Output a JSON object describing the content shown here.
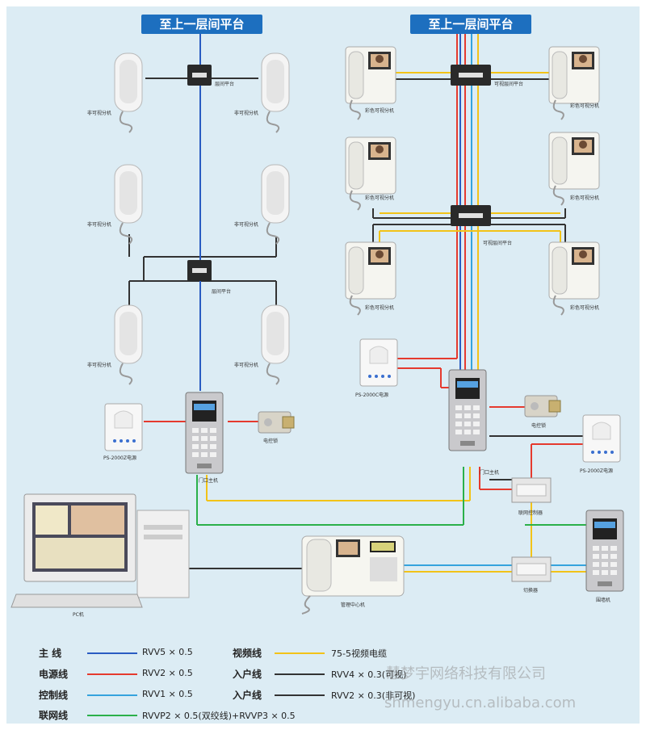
{
  "colors": {
    "main": "#2a5cc2",
    "power": "#e53a2e",
    "control": "#35a3dd",
    "network": "#2bb04a",
    "video": "#f2c318",
    "entry": "#333333",
    "header_bg": "#1d6fbf",
    "panel_bg": "#dcecf4"
  },
  "headers": {
    "left": "至上一层间平台",
    "right": "至上一层间平台"
  },
  "labels": {
    "handset": "非可视分机",
    "platform": "层间平台",
    "video_handset": "彩色可视分机",
    "video_platform": "可视层间平台",
    "power_left": "PS-2000Z电源",
    "power_right_top": "PS-2000C电源",
    "power_right": "PS-2000Z电源",
    "door_unit": "门口主机",
    "door_unit_right": "门口主机",
    "lock": "电控锁",
    "lock_right": "电控锁",
    "network_box": "联网控制器",
    "switch_box": "切换器",
    "guard_unit": "管理中心机",
    "pc": "PC机",
    "main_door": "围墙机"
  },
  "legend": [
    {
      "title": "主  线",
      "value": "RVV5 × 0.5",
      "color": "main"
    },
    {
      "title": "电源线",
      "value": "RVV2 × 0.5",
      "color": "power"
    },
    {
      "title": "控制线",
      "value": "RVV1 × 0.5",
      "color": "control"
    },
    {
      "title": "联网线",
      "value": "RVVP2 × 0.5(双绞线)+RVVP3 × 0.5",
      "color": "network"
    },
    {
      "title": "视频线",
      "value": "75-5视频电缆",
      "color": "video"
    },
    {
      "title": "入户线",
      "value": "RVV4 × 0.3(可视)",
      "color": "entry"
    },
    {
      "title": "入户线",
      "value": "RVV2 × 0.3(非可视)",
      "color": "entry"
    }
  ],
  "watermark": {
    "line1": "慧梦宇网络科技有限公司",
    "line2": "shmengyu.cn.alibaba.com"
  }
}
